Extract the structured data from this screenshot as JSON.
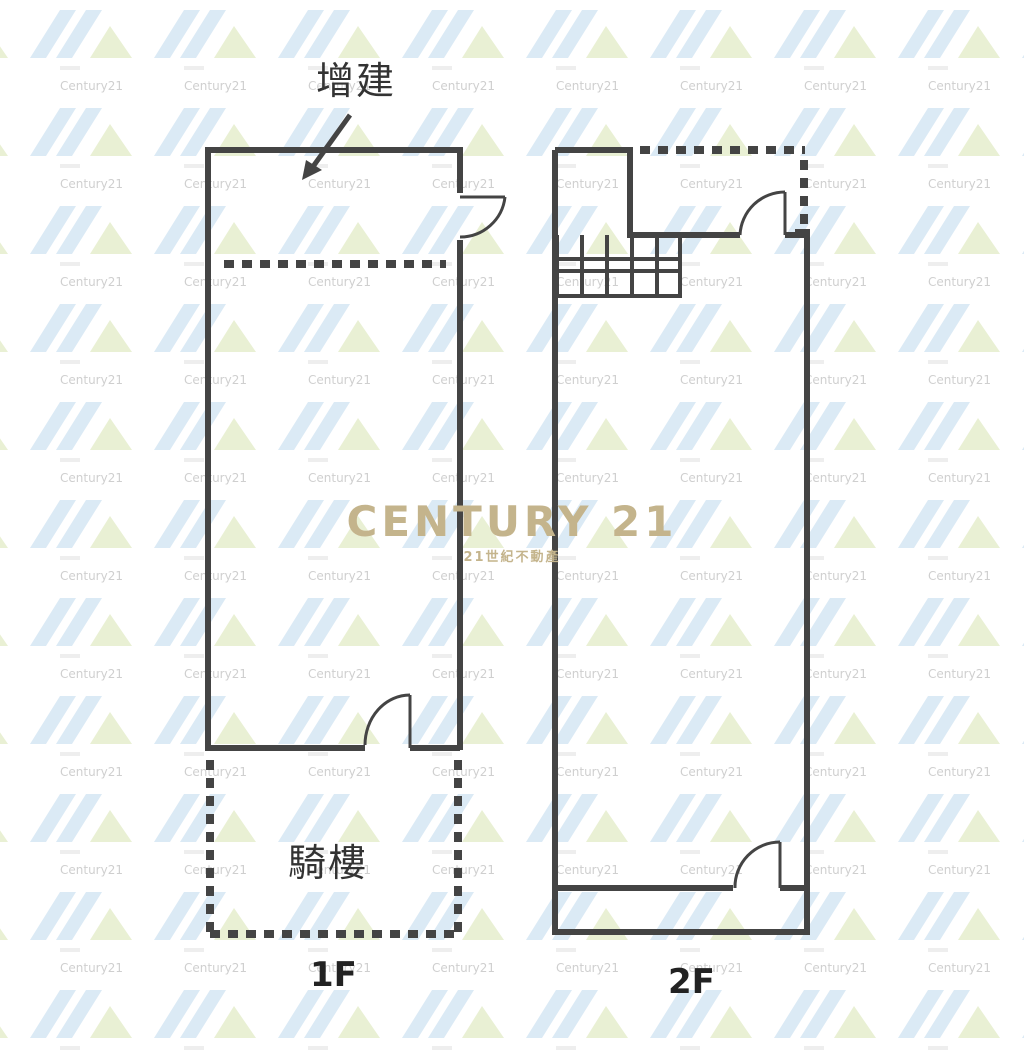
{
  "watermark": {
    "brand": "CENTURY 21",
    "brand_sub": "21世紀不動產",
    "tile_text": "Century21",
    "brand_color": "#c4b48c",
    "tile_blue": "#d6e8f4",
    "tile_green": "#e8efcf"
  },
  "floors": [
    {
      "id": "1F",
      "label": "1F"
    },
    {
      "id": "2F",
      "label": "2F"
    }
  ],
  "annotations": {
    "extension": "增建",
    "arcade": "騎樓"
  },
  "colors": {
    "wall": "#444444",
    "background": "#ffffff"
  }
}
